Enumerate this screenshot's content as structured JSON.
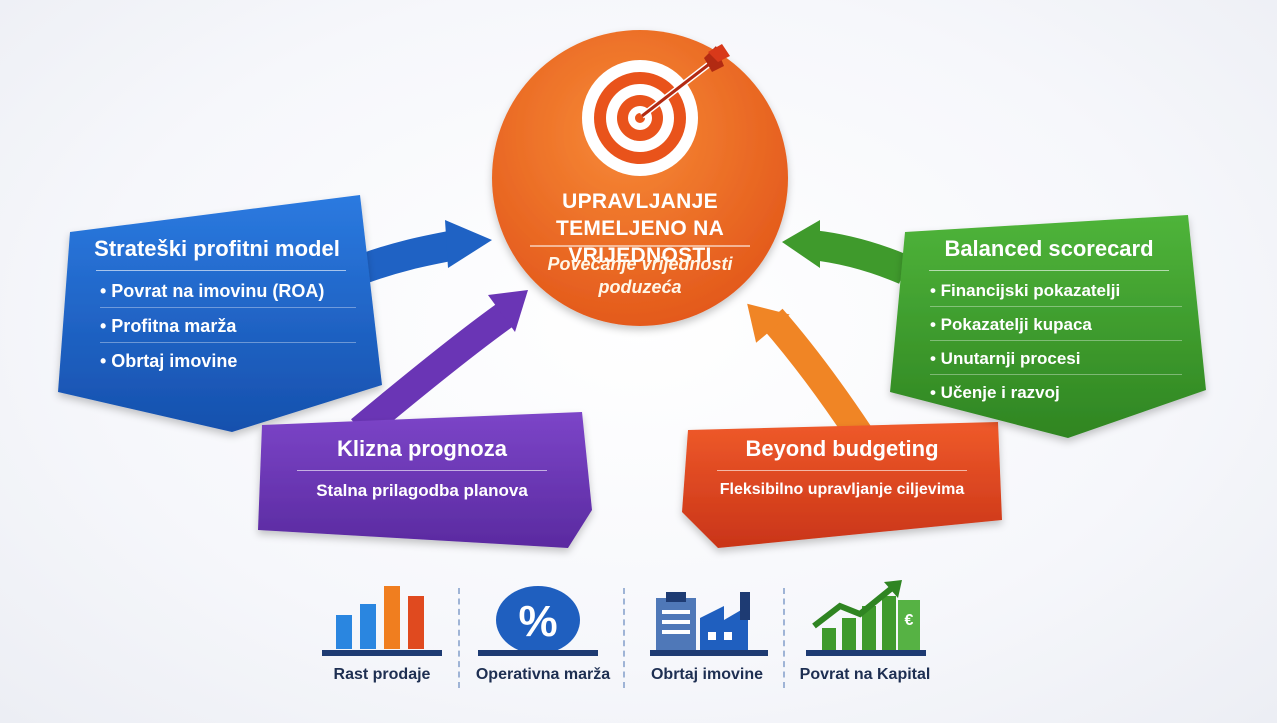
{
  "center": {
    "title": "UPRAVLJANJE TEMELJENO NA VRIJEDNOSTI",
    "subtitle": "Povećanje vrijednosti poduzeća"
  },
  "boxes": {
    "strategic": {
      "title": "Strateški profitni model",
      "items": [
        "• Povrat na imovinu (ROA)",
        "• Profitna marža",
        "• Obrtaj imovine"
      ],
      "color": "#1f62c4"
    },
    "rolling": {
      "title": "Klizna prognoza",
      "subtitle": "Stalna prilagodba planova",
      "color": "#6a35b5"
    },
    "beyond": {
      "title": "Beyond budgeting",
      "subtitle": "Fleksibilno upravljanje ciljevima",
      "color": "#e0401f"
    },
    "balanced": {
      "title": "Balanced scorecard",
      "items": [
        "• Financijski pokazatelji",
        "• Pokazatelji kupaca",
        "• Unutarnji procesi",
        "• Učenje i razvoj"
      ],
      "color": "#3f9a2c"
    }
  },
  "kpis": [
    {
      "label": "Rast prodaje",
      "icon": "bar-chart-icon"
    },
    {
      "label": "Operativna marža",
      "icon": "percent-icon"
    },
    {
      "label": "Obrtaj imovine",
      "icon": "factory-clipboard-icon"
    },
    {
      "label": "Povrat na Kapital",
      "icon": "growth-chart-euro-icon"
    }
  ],
  "colors": {
    "center": "#ec6d1f",
    "blue": "#1f62c4",
    "purple": "#6a35b5",
    "red": "#e0401f",
    "green": "#3f9a2c",
    "navy": "#1e3b73"
  }
}
